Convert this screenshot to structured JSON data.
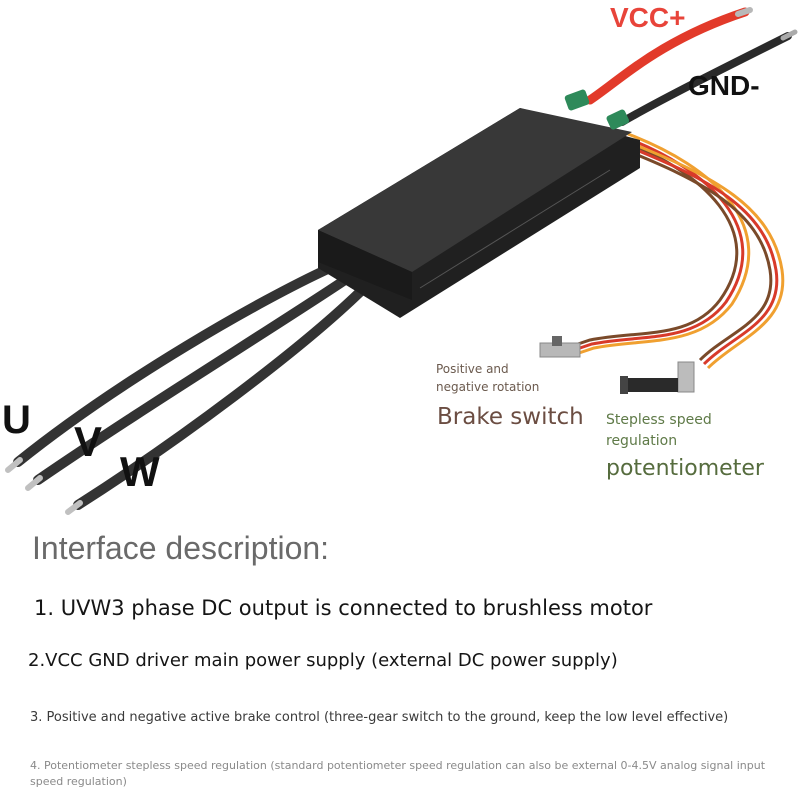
{
  "labels": {
    "vcc": "VCC+",
    "gnd": "GND-",
    "u": "U",
    "v": "V",
    "w": "W",
    "brake_caption_line1": "Positive and",
    "brake_caption_line2": "negative rotation",
    "brake_title": "Brake switch",
    "pot_caption_line1": "Stepless speed",
    "pot_caption_line2": "regulation",
    "pot_title": "potentiometer"
  },
  "description": {
    "title": "Interface description:",
    "items": [
      "1. UVW3 phase DC output is connected to brushless motor",
      "2.VCC GND driver main power supply (external DC power supply)",
      "3. Positive and negative active brake control (three-gear switch to the ground, keep the low level effective)",
      "4. Potentiometer stepless speed regulation (standard potentiometer speed regulation can also be external 0-4.5V analog signal input speed regulation)"
    ]
  },
  "colors": {
    "vcc_label": "#e8443a",
    "red_wire": "#e23a2a",
    "black_wire": "#2a2a2a",
    "controller_body": "#2b2b2b"
  }
}
